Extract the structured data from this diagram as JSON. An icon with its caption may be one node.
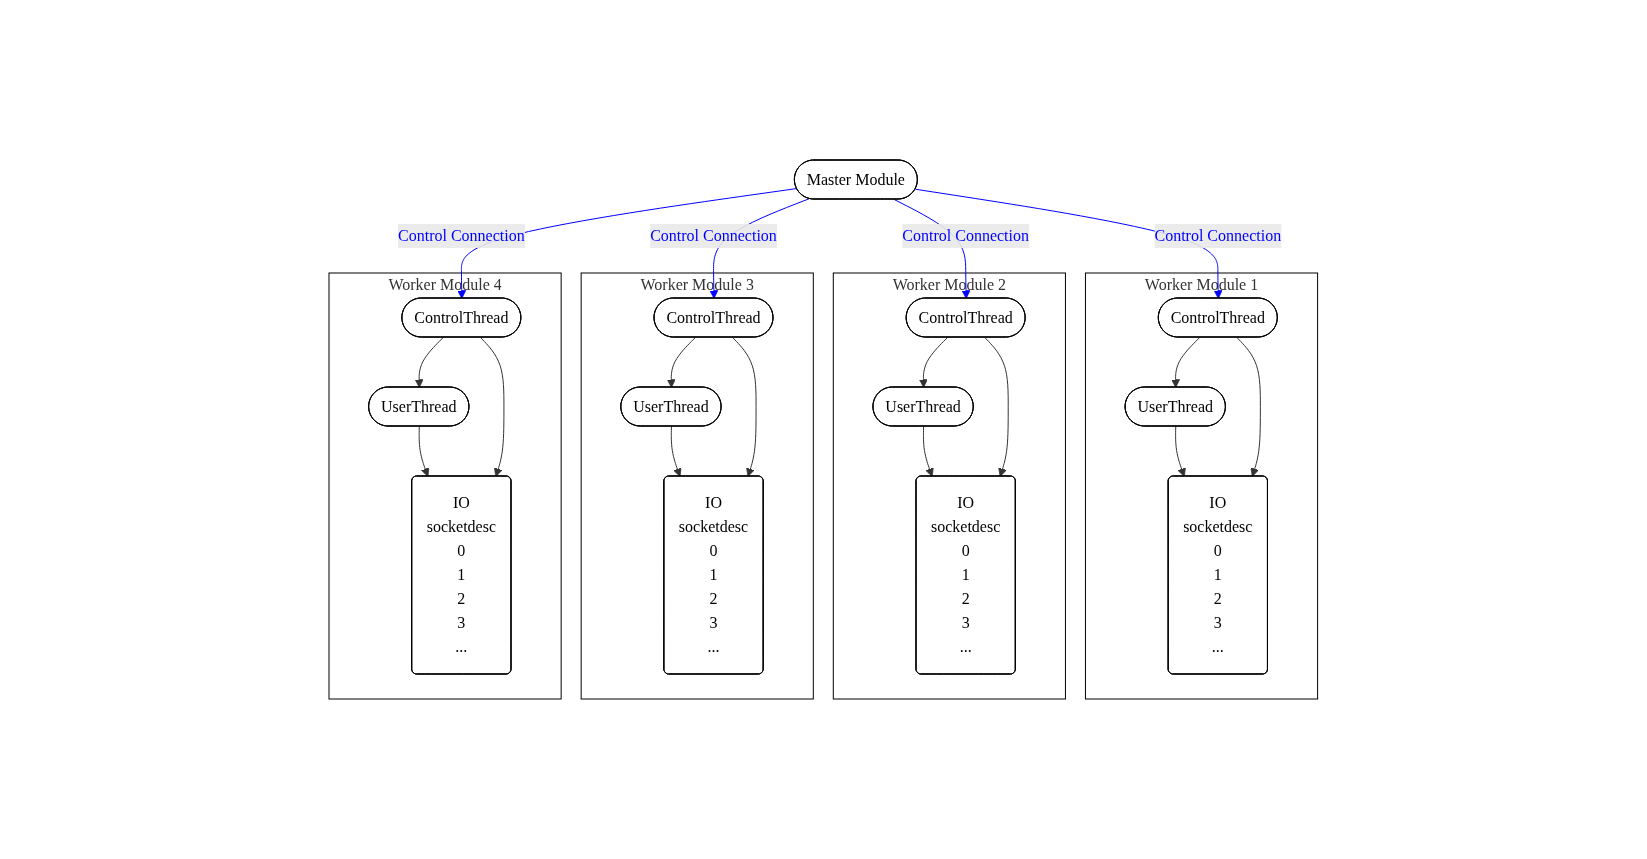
{
  "diagram": {
    "nodes": [
      {
        "text": [
          "Master Module"
        ]
      },
      {
        "text": [
          "Worker Module 1"
        ]
      },
      {
        "text": [
          "ControlThread"
        ],
        "in": 1
      },
      {
        "text": [
          "UserThread"
        ],
        "in": 1
      },
      {
        "text": [
          "IO",
          "socketdesc",
          "0",
          "1",
          "2",
          "3",
          "..."
        ],
        "in": 1
      },
      {
        "text": [
          "Worker Module 2"
        ]
      },
      {
        "text": [
          "ControlThread"
        ],
        "in": 5
      },
      {
        "text": [
          "UserThread"
        ],
        "in": 5
      },
      {
        "text": [
          "IO",
          "socketdesc",
          "0",
          "1",
          "2",
          "3",
          "..."
        ],
        "in": 5
      },
      {
        "text": [
          "Worker Module 3"
        ]
      },
      {
        "text": [
          "ControlThread"
        ],
        "in": 9
      },
      {
        "text": [
          "UserThread"
        ],
        "in": 9
      },
      {
        "text": [
          "IO",
          "socketdesc",
          "0",
          "1",
          "2",
          "3",
          "..."
        ],
        "in": 9
      },
      {
        "text": [
          "Worker Module 4"
        ]
      },
      {
        "text": [
          "ControlThread"
        ],
        "in": 13
      },
      {
        "text": [
          "UserThread"
        ],
        "in": 13
      },
      {
        "text": [
          "IO",
          "socketdesc",
          "0",
          "1",
          "2",
          "3",
          "..."
        ],
        "in": 13
      }
    ],
    "edges": [
      {
        "from": 0,
        "to": 2,
        "arrow": "to",
        "label": "Control Connection",
        "color": "#0000ff"
      },
      {
        "from": 2,
        "to": 3,
        "arrow": "to"
      },
      {
        "from": 3,
        "to": 4,
        "arrow": "to"
      },
      {
        "from": 2,
        "to": 4,
        "arrow": "to"
      },
      {
        "from": 0,
        "to": 6,
        "arrow": "to",
        "label": "Control Connection",
        "color": "#0000ff"
      },
      {
        "from": 6,
        "to": 7,
        "arrow": "to"
      },
      {
        "from": 7,
        "to": 8,
        "arrow": "to"
      },
      {
        "from": 6,
        "to": 8,
        "arrow": "to"
      },
      {
        "from": 0,
        "to": 10,
        "arrow": "to",
        "label": "Control Connection",
        "color": "#0000ff"
      },
      {
        "from": 10,
        "to": 11,
        "arrow": "to"
      },
      {
        "from": 11,
        "to": 12,
        "arrow": "to"
      },
      {
        "from": 10,
        "to": 12,
        "arrow": "to"
      },
      {
        "from": 0,
        "to": 14,
        "arrow": "to",
        "label": "Control Connection",
        "color": "#0000ff"
      },
      {
        "from": 14,
        "to": 15,
        "arrow": "to"
      },
      {
        "from": 15,
        "to": 16,
        "arrow": "to"
      },
      {
        "from": 14,
        "to": 16,
        "arrow": "to"
      }
    ]
  }
}
